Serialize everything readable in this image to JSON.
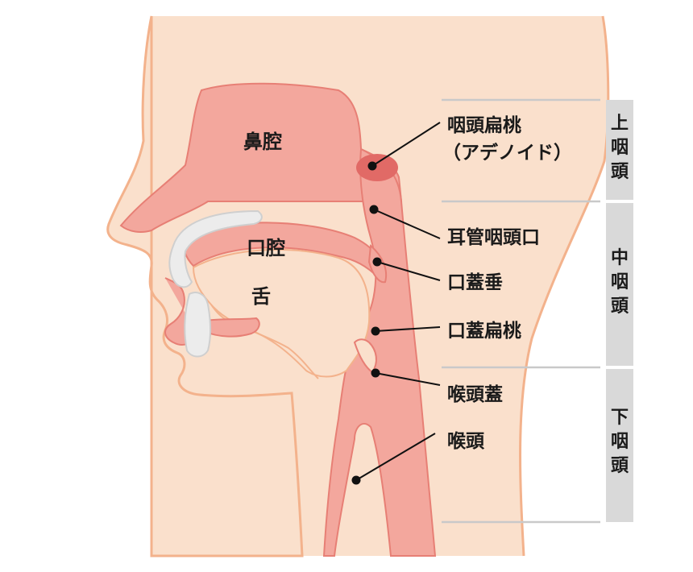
{
  "colors": {
    "skin": "#fae0cc",
    "skin_outline": "#f3b28c",
    "tract": "#f3a79d",
    "tract_outline": "#e77f75",
    "tonsil": "#e16a66",
    "teeth": "#ececec",
    "bar": "#d9d9d9"
  },
  "inner_labels": {
    "nasal_cavity": "鼻腔",
    "oral_cavity": "口腔",
    "tongue": "舌"
  },
  "callouts": {
    "pharyngeal_tonsil_line1": "咽頭扁桃",
    "pharyngeal_tonsil_line2": "（アデノイド）",
    "eustachian_opening": "耳管咽頭口",
    "uvula": "口蓋垂",
    "palatine_tonsil": "口蓋扁桃",
    "epiglottis": "喉頭蓋",
    "larynx": "喉頭"
  },
  "regions": {
    "upper": [
      "上",
      "咽",
      "頭"
    ],
    "middle": [
      "中",
      "咽",
      "頭"
    ],
    "lower": [
      "下",
      "咽",
      "頭"
    ]
  }
}
